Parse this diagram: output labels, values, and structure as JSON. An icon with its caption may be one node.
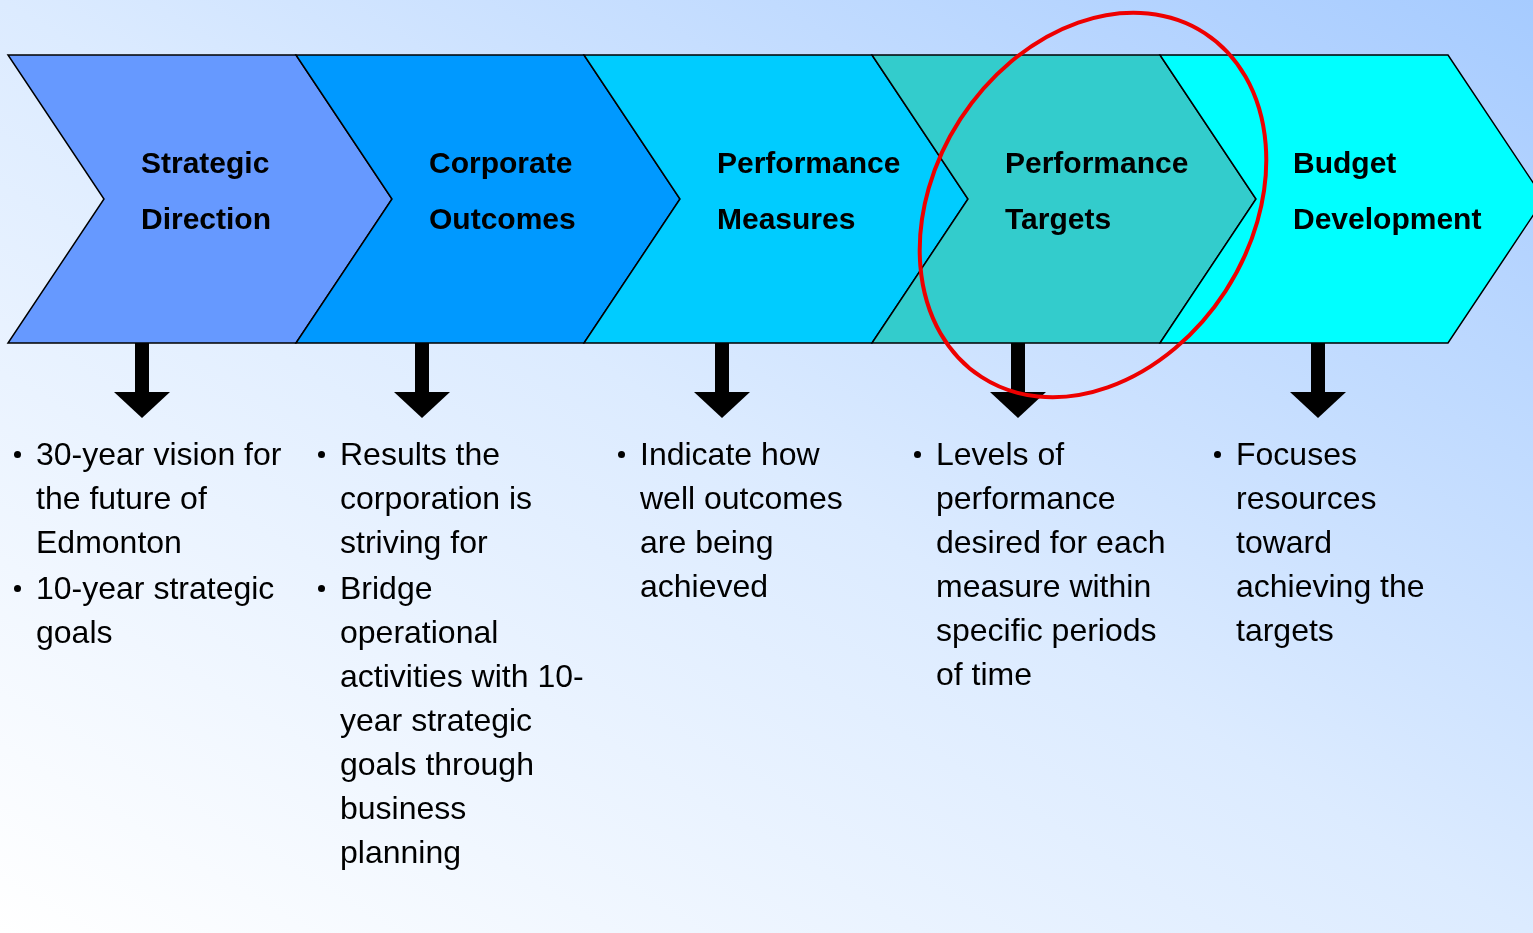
{
  "diagram": {
    "nodes": [
      {
        "text": [
          "Strategic Direction"
        ]
      },
      {
        "text": [
          "Corporate Outcomes"
        ]
      },
      {
        "text": [
          "Performance Measures"
        ]
      },
      {
        "text": [
          "Performance Targets"
        ]
      },
      {
        "text": [
          "Budget Development"
        ]
      },
      {
        "text": [
          "30-year vision for the future of Edmonton",
          "10-year strategic goals"
        ]
      },
      {
        "text": [
          "Results the corporation is striving for",
          "Bridge operational activities with 10-year strategic goals through business planning"
        ]
      },
      {
        "text": [
          "Indicate how well outcomes are being achieved"
        ]
      },
      {
        "text": [
          "Levels of performance desired for each measure within specific periods of time"
        ]
      },
      {
        "text": [
          "Focuses resources toward achieving the targets"
        ]
      }
    ],
    "edges": [
      {
        "from": 0,
        "to": 5,
        "arrow": "to"
      },
      {
        "from": 1,
        "to": 6,
        "arrow": "to"
      },
      {
        "from": 2,
        "to": 7,
        "arrow": "to"
      },
      {
        "from": 3,
        "to": 8,
        "arrow": "to"
      },
      {
        "from": 4,
        "to": 9,
        "arrow": "to"
      }
    ]
  }
}
